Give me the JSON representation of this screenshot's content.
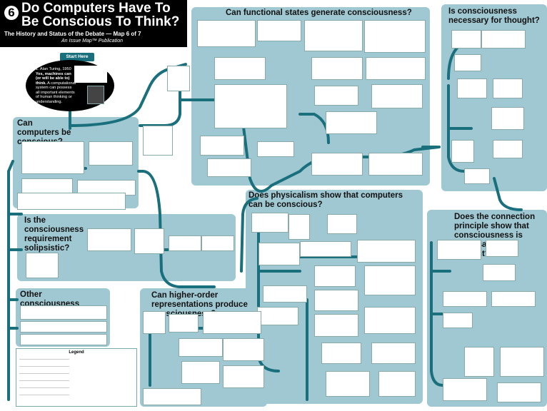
{
  "header": {
    "map_number": "6",
    "title_line1": "Do Computers Have To",
    "title_line2": "Be Conscious To Think?",
    "subtitle": "The History and Status of the Debate — Map 6 of 7",
    "publication": "An Issue Map™ Publication"
  },
  "start": {
    "label": "Start Here",
    "text_number": "1.",
    "text_author": "Alan Turing, 1950",
    "text_claim_bold": "Yes, machines can (or will be able to) think.",
    "text_rest": "A computational system can possess all important elements of human thinking or understanding."
  },
  "regions": {
    "can_computers": "Can computers be conscious?",
    "solipsistic": "Is the consciousness requirement solipsistic?",
    "other": "Other consciousness arguments",
    "functional": "Can functional states generate consciousness?",
    "higher_order": "Can higher-order representations produce consciousness?",
    "physicalism": "Does physicalism show that computers can be conscious?",
    "necessary": "Is consciousness necessary for thought?",
    "connection": "Does the connection principle show that consciousness is necessary for thought?"
  },
  "legend": {
    "title": "Legend"
  },
  "colors": {
    "panel": "#9fc8d2",
    "path": "#1a6f7d",
    "title_bg": "#000000"
  }
}
